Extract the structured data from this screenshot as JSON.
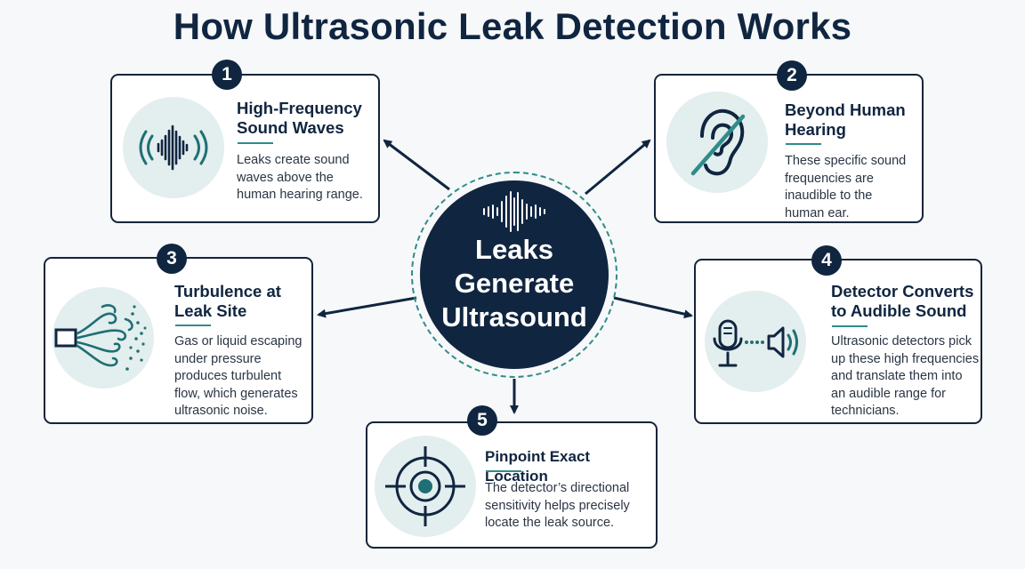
{
  "title": "How Ultrasonic Leak Detection Works",
  "hub": {
    "line1": "Leaks",
    "line2": "Generate",
    "line3": "Ultrasound",
    "icon": "sound-wave-icon"
  },
  "steps": [
    {
      "number": "1",
      "title_lines": [
        "High-Frequency",
        "Sound Waves"
      ],
      "text_lines": [
        "Leaks create sound",
        "waves above the",
        "human hearing range."
      ],
      "icon": "sound-wave-icon"
    },
    {
      "number": "2",
      "title_lines": [
        "Beyond Human",
        "Hearing"
      ],
      "text_lines": [
        "These specific sound",
        "frequencies are",
        "inaudible to the",
        "human ear."
      ],
      "icon": "crossed-ear-icon"
    },
    {
      "number": "3",
      "title_lines": [
        "Turbulence at",
        "Leak Site"
      ],
      "text_lines": [
        "Gas or liquid escaping",
        "under pressure",
        "produces turbulent",
        "flow, which generates",
        "ultrasonic noise."
      ],
      "icon": "turbulence-icon"
    },
    {
      "number": "4",
      "title_lines": [
        "Detector Converts",
        "to Audible Sound"
      ],
      "text_lines": [
        "Ultrasonic detectors pick",
        "up these high frequencies",
        "and translate them into",
        "an audible range for",
        "technicians."
      ],
      "icon": "microphone-speaker-icon"
    },
    {
      "number": "5",
      "title_lines": [
        "Pinpoint Exact Location"
      ],
      "text_lines": [
        "The detector’s directional",
        "sensitivity helps precisely",
        "locate the leak source."
      ],
      "icon": "target-icon"
    }
  ],
  "colors": {
    "navy": "#102540",
    "teal": "#2f8c8a",
    "icon_circle": "#e3eeee",
    "background": "#f6f8f9"
  }
}
